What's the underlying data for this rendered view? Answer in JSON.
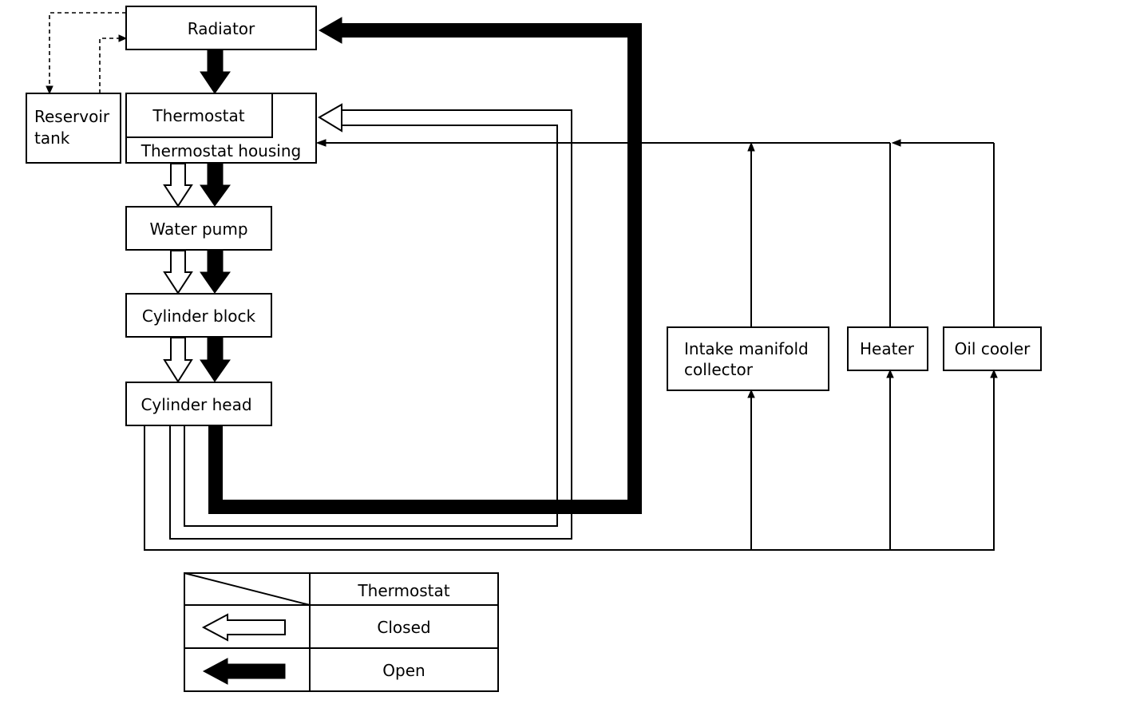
{
  "components": {
    "radiator": "Radiator",
    "reservoir_tank": [
      "Reservoir",
      "tank"
    ],
    "thermostat": "Thermostat",
    "thermostat_housing": "Thermostat housing",
    "water_pump": "Water pump",
    "cylinder_block": "Cylinder block",
    "cylinder_head": "Cylinder head",
    "intake_manifold_collector": [
      "Intake manifold",
      "collector"
    ],
    "heater": "Heater",
    "oil_cooler": "Oil cooler"
  },
  "legend": {
    "header": "Thermostat",
    "closed": "Closed",
    "open": "Open"
  }
}
